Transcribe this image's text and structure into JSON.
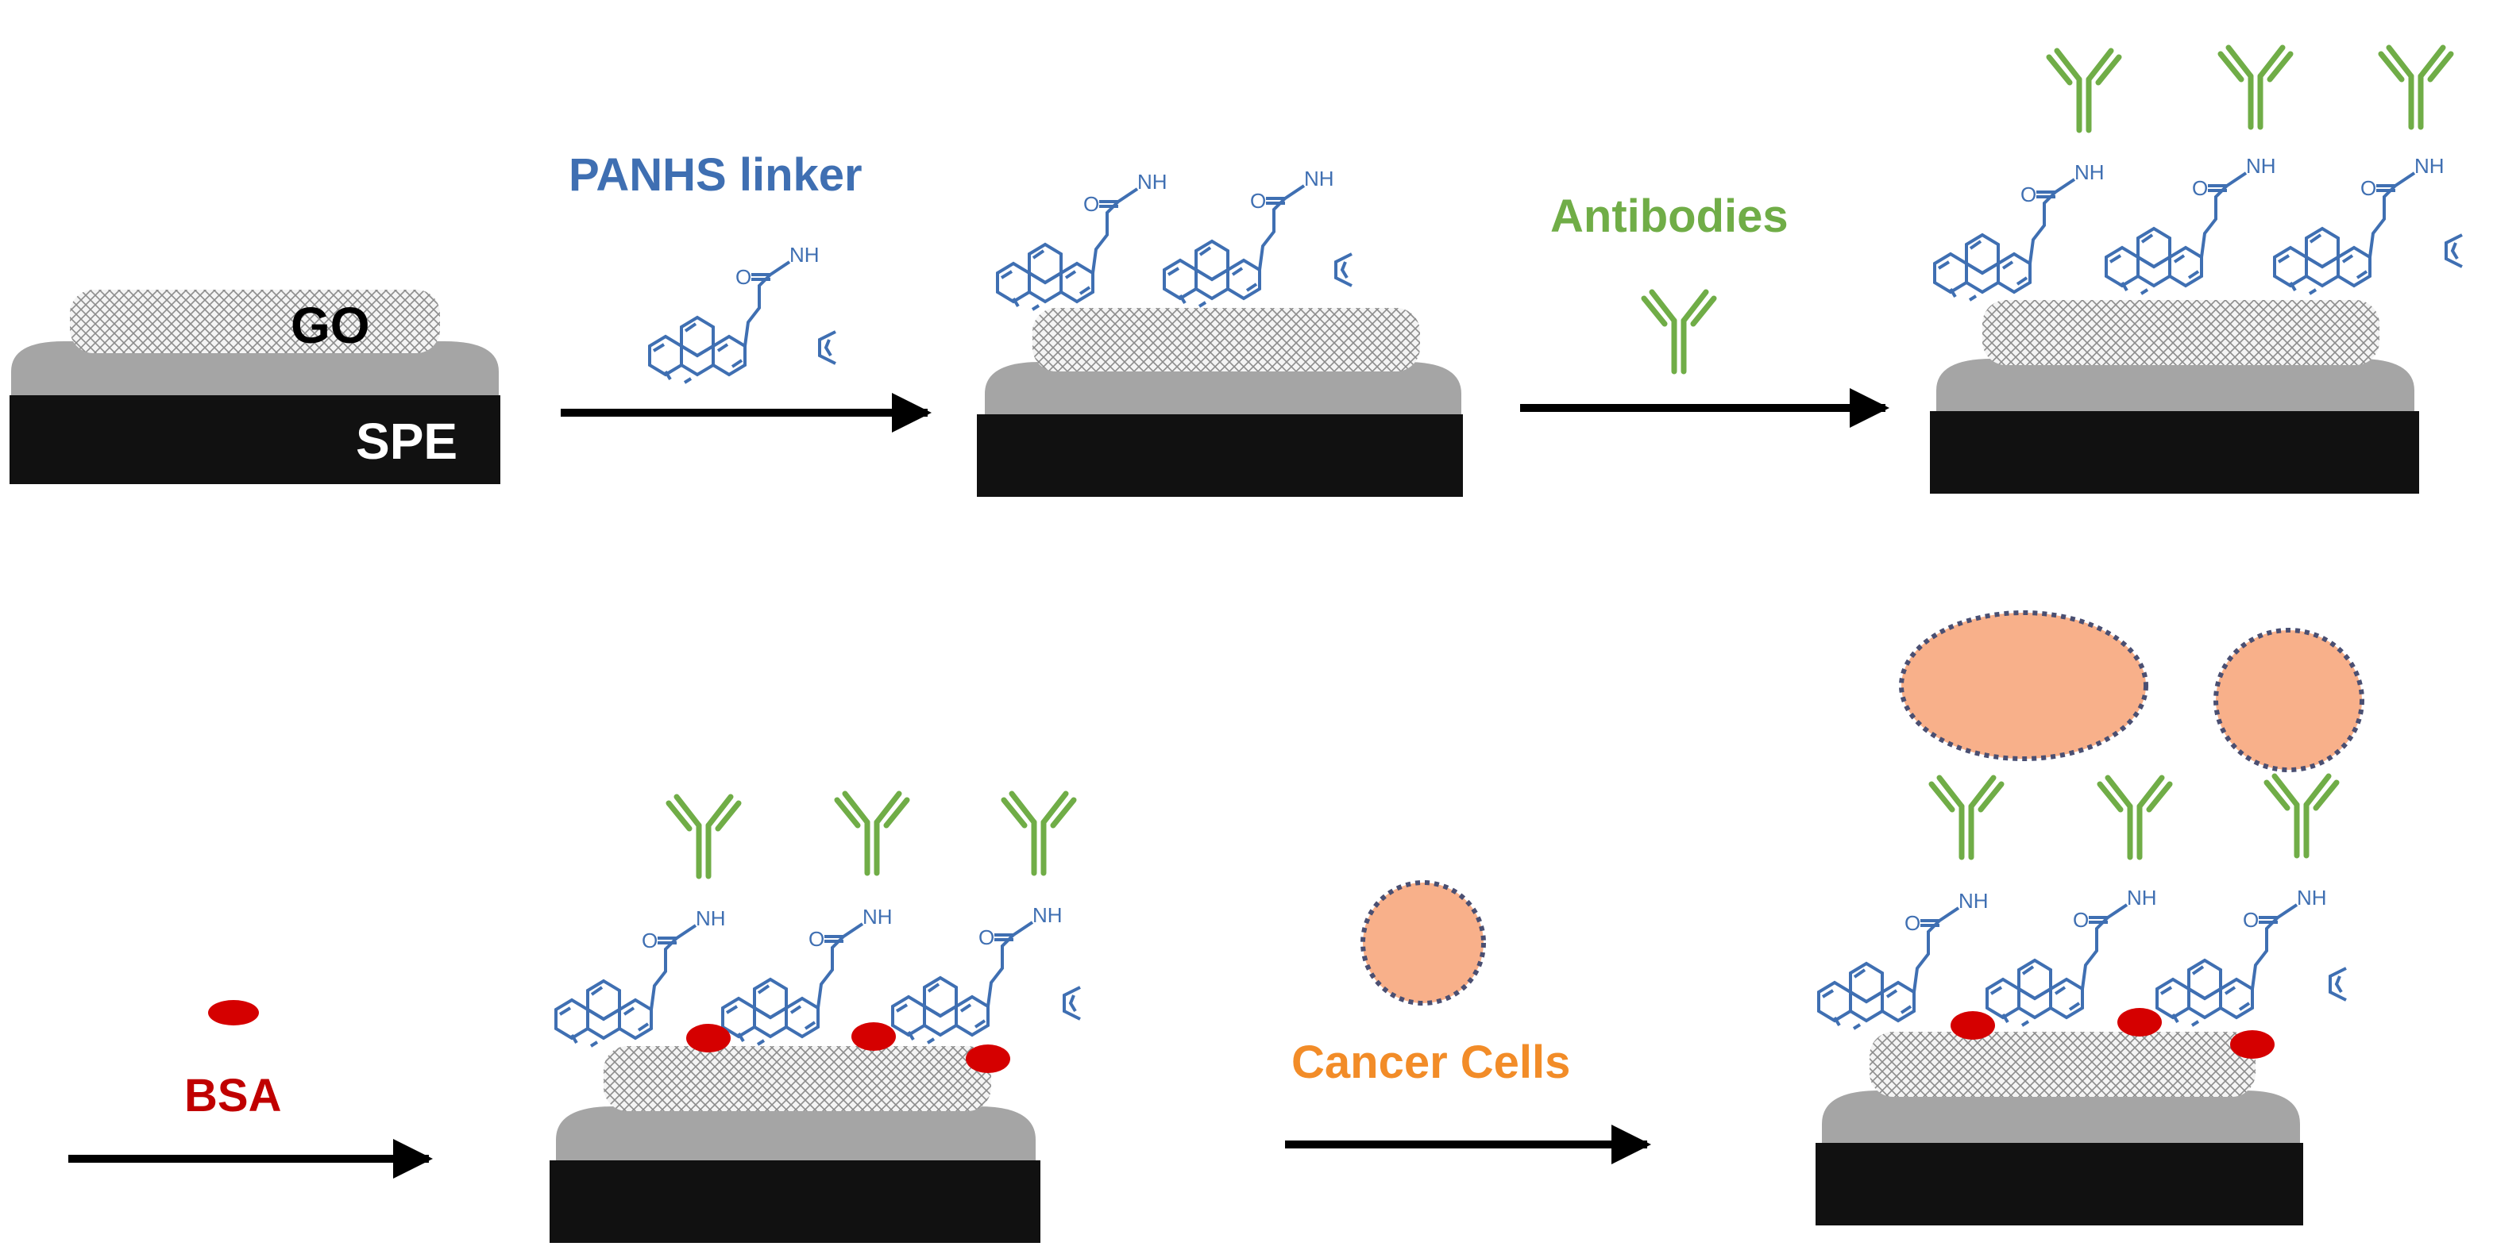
{
  "labels": {
    "go": "GO",
    "spe": "SPE",
    "panhs_linker": "PANHS linker",
    "antibodies": "Antibodies",
    "bsa": "BSA",
    "cancer_cells": "Cancer Cells",
    "nh": "NH",
    "o": "O"
  },
  "colors": {
    "electrode_base": "#111111",
    "electrode_dome": "#a5a5a5",
    "go_mesh": "#8c8c8c",
    "linker": "#3f6fb2",
    "antibody": "#70ad47",
    "bsa": "#d50000",
    "cancer_cell": "#f8b08a",
    "cell_border": "#4a4f72",
    "arrow": "#000000",
    "go_text": "#000000",
    "spe_text": "#ffffff"
  },
  "icons": [
    "electrode",
    "graphene-oxide-mesh",
    "pyrene-linker",
    "antibody-y",
    "bsa-blob",
    "cancer-cell",
    "process-arrow"
  ]
}
